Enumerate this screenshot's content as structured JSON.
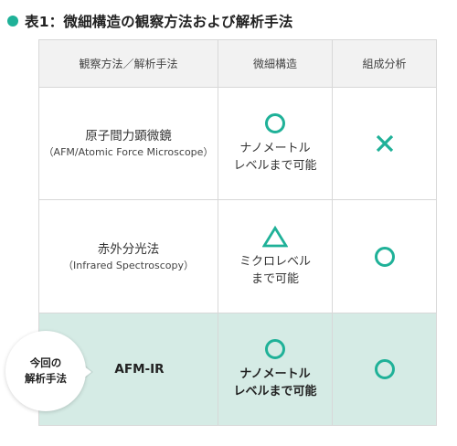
{
  "title": "表1：微細構造の観察方法および解析手法",
  "colors": {
    "accent": "#1fb198",
    "highlight": "#d5ebe5",
    "header_bg": "#f2f2f2"
  },
  "header": {
    "method": "観察方法／解析手法",
    "structure": "微細構造",
    "composition": "組成分析"
  },
  "rows": [
    {
      "name": "原子間力顕微鏡",
      "sub": "（AFM/Atomic Force Microscope）",
      "structure_symbol": "circle-icon",
      "structure_line1": "ナノメートル",
      "structure_line2": "レベルまで可能",
      "composition_symbol": "cross-icon"
    },
    {
      "name": "赤外分光法",
      "sub": "（Infrared Spectroscopy）",
      "structure_symbol": "triangle-icon",
      "structure_line1": "ミクロレベル",
      "structure_line2": "まで可能",
      "composition_symbol": "circle-icon"
    },
    {
      "name": "AFM-IR",
      "structure_symbol": "circle-icon",
      "structure_line1": "ナノメートル",
      "structure_line2": "レベルまで可能",
      "composition_symbol": "circle-icon"
    }
  ],
  "badge": {
    "line1": "今回の",
    "line2": "解析手法"
  }
}
